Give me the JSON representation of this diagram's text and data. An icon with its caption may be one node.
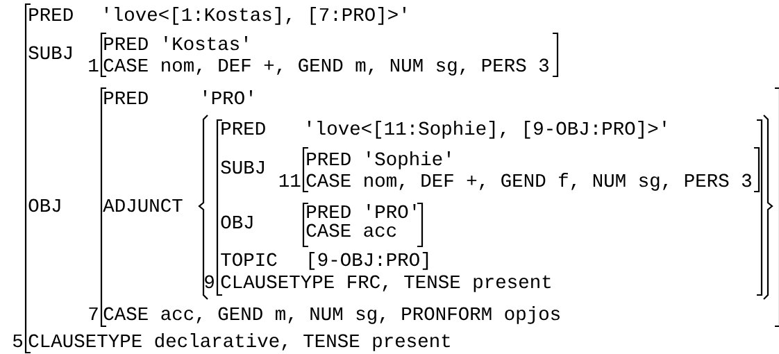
{
  "diagram": {
    "nodes": [
      {
        "text": [
          "PRED",
          "'love<[1:Kostas], [7:PRO]>'",
          "SUBJ",
          "OBJ",
          "CLAUSETYPE declarative, TENSE present"
        ],
        "beside": [
          "5"
        ]
      },
      {
        "text": [
          "PRED 'Kostas'",
          "CASE nom, DEF +, GEND m, NUM sg, PERS 3"
        ],
        "beside": [
          "1"
        ],
        "in": 0
      },
      {
        "text": [
          "PRED",
          "'PRO'",
          "ADJUNCT",
          "CASE acc, GEND m, NUM sg, PRONFORM opjos"
        ],
        "beside": [
          "7"
        ],
        "in": 0
      },
      {
        "text": [
          "PRED",
          "'love<[11:Sophie], [9-OBJ:PRO]>'",
          "SUBJ",
          "OBJ",
          "TOPIC",
          "[9-OBJ:PRO]",
          "CLAUSETYPE FRC, TENSE present"
        ],
        "beside": [
          "9"
        ],
        "in": 2
      },
      {
        "text": [
          "PRED 'Sophie'",
          "CASE nom, DEF +, GEND f, NUM sg, PERS 3"
        ],
        "beside": [
          "11"
        ],
        "in": 3
      },
      {
        "text": [
          "PRED 'PRO'",
          "CASE acc"
        ],
        "in": 3
      }
    ]
  }
}
